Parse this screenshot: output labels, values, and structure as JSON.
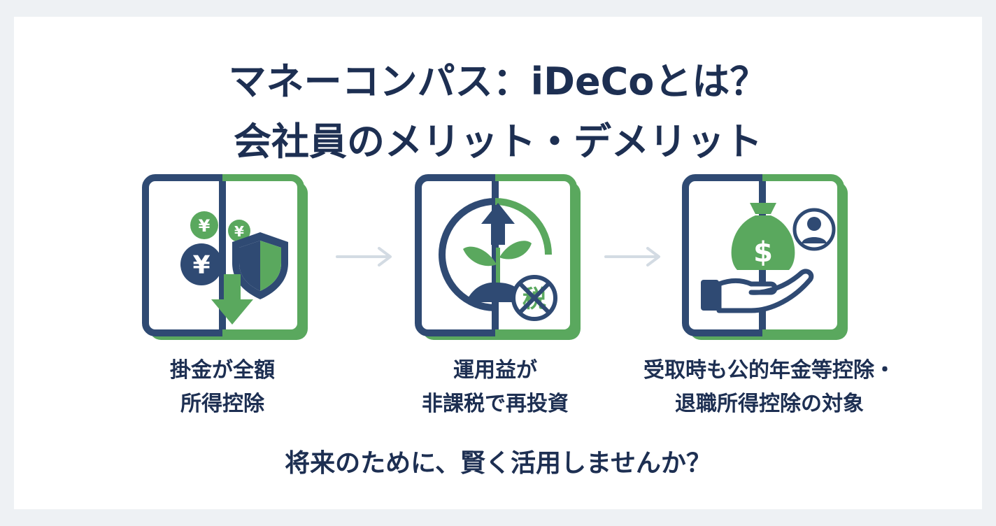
{
  "title": {
    "line1": "マネーコンパス：iDeCoとは？",
    "line2": "会社員のメリット・デメリット"
  },
  "panels": [
    {
      "caption_line1": "掛金が全額",
      "caption_line2": "所得控除",
      "icons": [
        "yen-coin-icon",
        "shield-icon",
        "down-arrow-icon"
      ],
      "glyphs": {
        "yen": "¥"
      }
    },
    {
      "caption_line1": "運用益が",
      "caption_line2": "非課税で再投資",
      "icons": [
        "growth-arrow-icon",
        "sprout-icon",
        "no-tax-icon"
      ],
      "glyphs": {
        "tax": "税"
      }
    },
    {
      "caption_line1": "受取時も公的年金等控除・",
      "caption_line2": "退職所得控除の対象",
      "icons": [
        "money-bag-icon",
        "hand-icon",
        "person-avatar-icon"
      ],
      "glyphs": {
        "dollar": "$"
      }
    }
  ],
  "footer": "将来のために、賢く活用しませんか？",
  "colors": {
    "navy": "#2f4a73",
    "green": "#5aa85e",
    "text": "#1d2f52",
    "arrow": "#d3dbe3"
  }
}
